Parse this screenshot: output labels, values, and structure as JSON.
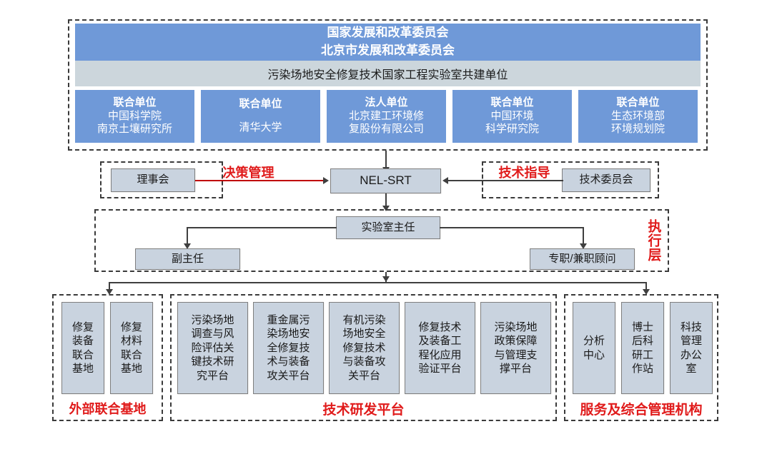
{
  "diagram": {
    "title": "NEL-SRT 国家工程实验室组织架构图",
    "colors": {
      "blue": "#6f99d8",
      "grey_band": "#ccd6dc",
      "node_fill": "#c9d3df",
      "node_border": "#7e7e7e",
      "red": "#e01b1b",
      "line": "#3f3f3f"
    }
  },
  "top": {
    "banner": {
      "line1": "国家发展和改革委员会",
      "line2": "北京市发展和改革委员会"
    },
    "subbanner": "污染场地安全修复技术国家工程实验室共建单位",
    "units": [
      {
        "role": "联合单位",
        "name_line1": "中国科学院",
        "name_line2": "南京土壤研究所"
      },
      {
        "role": "联合单位",
        "name_line1": "清华大学",
        "name_line2": ""
      },
      {
        "role": "法人单位",
        "name_line1": "北京建工环境修",
        "name_line2": "复股份有限公司"
      },
      {
        "role": "联合单位",
        "name_line1": "中国环境",
        "name_line2": "科学研究院"
      },
      {
        "role": "联合单位",
        "name_line1": "生态环境部",
        "name_line2": "环境规划院"
      }
    ]
  },
  "governance": {
    "left_box": "理事会",
    "left_label": "决策管理",
    "center_node": "NEL-SRT",
    "right_label": "技术指导",
    "right_box": "技术委员会"
  },
  "executive": {
    "layer_label": "执行层",
    "director": "实验室主任",
    "deputy": "副主任",
    "advisor": "专职/兼职顾问"
  },
  "bottom": {
    "groups": [
      {
        "label": "外部联合基地",
        "items": [
          {
            "text": "修复装备联合基地",
            "lines": [
              "修复",
              "装备",
              "联合",
              "基地"
            ]
          },
          {
            "text": "修复材料联合基地",
            "lines": [
              "修复",
              "材料",
              "联合",
              "基地"
            ]
          }
        ]
      },
      {
        "label": "技术研发平台",
        "items": [
          {
            "text": "污染场地调查与风险评估关键技术研究平台",
            "lines": [
              "污染场地",
              "调查与风",
              "险评估关",
              "键技术研",
              "究平台"
            ]
          },
          {
            "text": "重金属污染场地安全修复技术与装备攻关平台",
            "lines": [
              "重金属污",
              "染场地安",
              "全修复技",
              "术与装备",
              "攻关平台"
            ]
          },
          {
            "text": "有机污染场地安全修复技术与装备攻关平台",
            "lines": [
              "有机污染",
              "场地安全",
              "修复技术",
              "与装备攻",
              "关平台"
            ]
          },
          {
            "text": "修复技术及装备工程化应用验证平台",
            "lines": [
              "修复技术",
              "及装备工",
              "程化应用",
              "验证平台"
            ]
          },
          {
            "text": "污染场地政策保障与管理支撑平台",
            "lines": [
              "污染场地",
              "政策保障",
              "与管理支",
              "撑平台"
            ]
          }
        ]
      },
      {
        "label": "服务及综合管理机构",
        "items": [
          {
            "text": "分析中心",
            "lines": [
              "分析",
              "中心"
            ]
          },
          {
            "text": "博士后科研工作站",
            "lines": [
              "博士",
              "后科",
              "研工",
              "作站"
            ]
          },
          {
            "text": "科技管理办公室",
            "lines": [
              "科技",
              "管理",
              "办公",
              "室"
            ]
          }
        ]
      }
    ]
  }
}
